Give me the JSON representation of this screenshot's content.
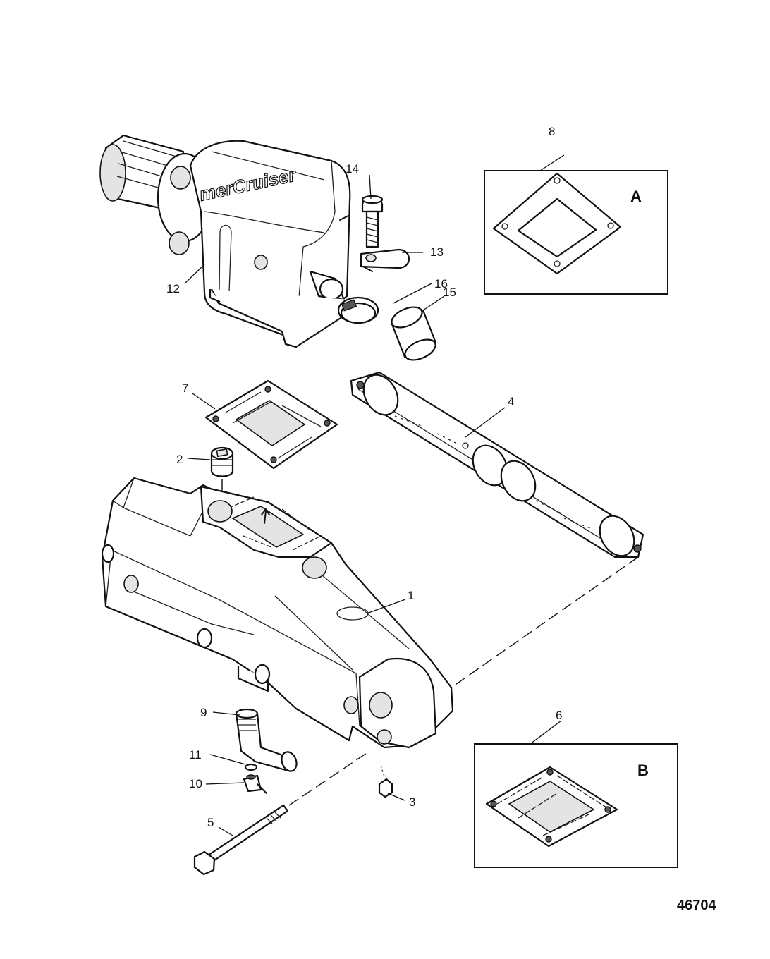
{
  "callouts": {
    "c1": "1",
    "c2": "2",
    "c3": "3",
    "c4": "4",
    "c5": "5",
    "c6": "6",
    "c7": "7",
    "c8": "8",
    "c9": "9",
    "c10": "10",
    "c11": "11",
    "c12": "12",
    "c13": "13",
    "c14": "14",
    "c15": "15",
    "c16": "16"
  },
  "insets": {
    "a_label": "A",
    "b_label": "B"
  },
  "logo_text": "merCruiser",
  "document_number": "46704"
}
